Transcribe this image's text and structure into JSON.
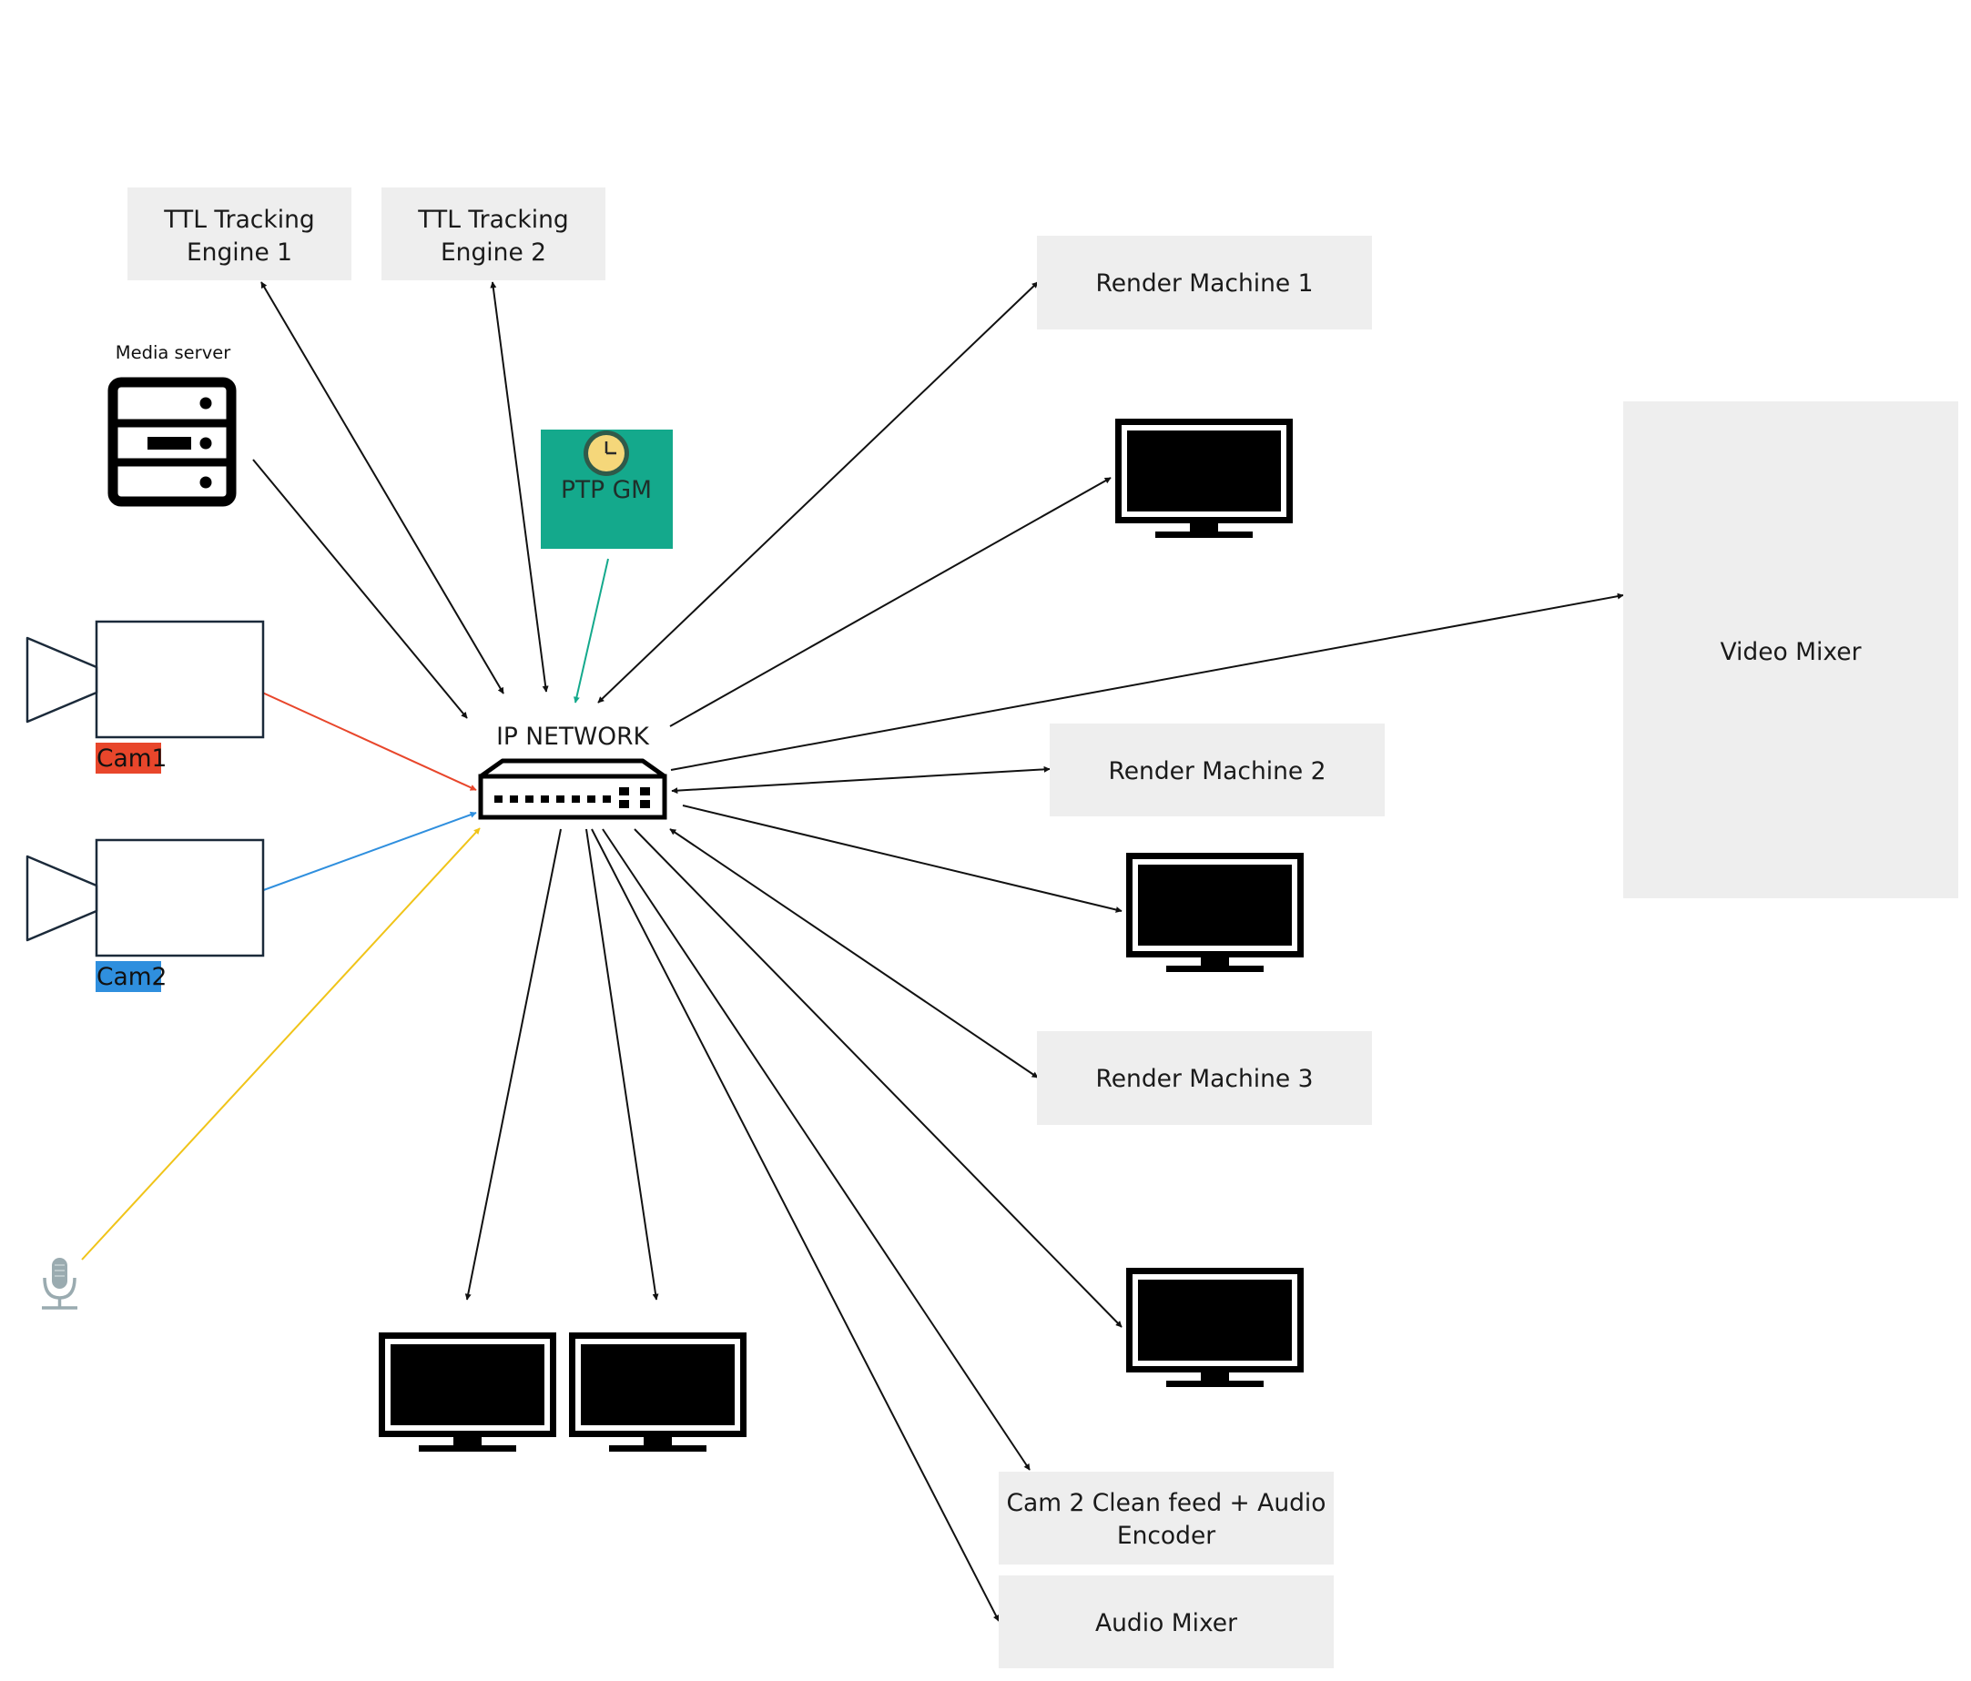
{
  "colors": {
    "box_fill": "#eeeeee",
    "edge_default": "#111111",
    "cam1_edge": "#e8462b",
    "cam2_edge": "#2f8fde",
    "mic_edge": "#f0c419",
    "ptp_edge": "#14a98c",
    "ptp_box": "#14a98c",
    "cam1_label_bg": "#e8462b",
    "cam2_label_bg": "#2f8fde",
    "mic_icon": "#9aabb0"
  },
  "network": {
    "label": "IP NETWORK",
    "icon": "network-switch-icon"
  },
  "nodes": {
    "ttl1": {
      "lines": [
        "TTL Tracking",
        "Engine 1"
      ]
    },
    "ttl2": {
      "lines": [
        "TTL Tracking",
        "Engine 2"
      ]
    },
    "render1": {
      "label": "Render Machine 1"
    },
    "render2": {
      "label": "Render Machine 2"
    },
    "render3": {
      "label": "Render Machine 3"
    },
    "video_mixer": {
      "label": "Video Mixer"
    },
    "encoder": {
      "lines": [
        "Cam 2 Clean feed + Audio",
        "Encoder"
      ]
    },
    "audio_mixer": {
      "label": "Audio Mixer"
    },
    "media_server": {
      "label": "Media server",
      "icon": "server-rack-icon"
    },
    "ptp": {
      "label": "PTP GM",
      "icon": "clock-icon"
    },
    "cam1": {
      "label": "Cam1",
      "icon": "video-camera-icon"
    },
    "cam2": {
      "label": "Cam2",
      "icon": "video-camera-icon"
    },
    "mic": {
      "icon": "microphone-icon"
    },
    "monitors": {
      "icon": "monitor-icon"
    }
  }
}
